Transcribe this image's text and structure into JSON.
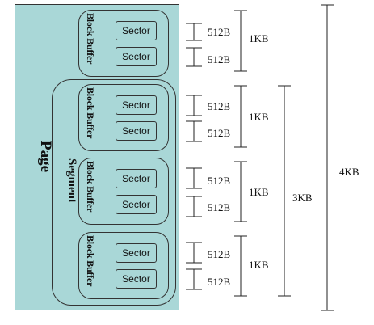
{
  "page": {
    "label": "Page"
  },
  "segment": {
    "label": "Segment"
  },
  "block_buffers": [
    {
      "label": "Block Buffer",
      "sectors": [
        "Sector",
        "Sector"
      ],
      "sizes": [
        "512B",
        "512B"
      ],
      "total": "1KB"
    },
    {
      "label": "Block Buffer",
      "sectors": [
        "Sector",
        "Sector"
      ],
      "sizes": [
        "512B",
        "512B"
      ],
      "total": "1KB"
    },
    {
      "label": "Block Buffer",
      "sectors": [
        "Sector",
        "Sector"
      ],
      "sizes": [
        "512B",
        "512B"
      ],
      "total": "1KB"
    },
    {
      "label": "Block Buffer",
      "sectors": [
        "Sector",
        "Sector"
      ],
      "sizes": [
        "512B",
        "512B"
      ],
      "total": "1KB"
    }
  ],
  "segment_size": "3KB",
  "page_size": "4KB"
}
